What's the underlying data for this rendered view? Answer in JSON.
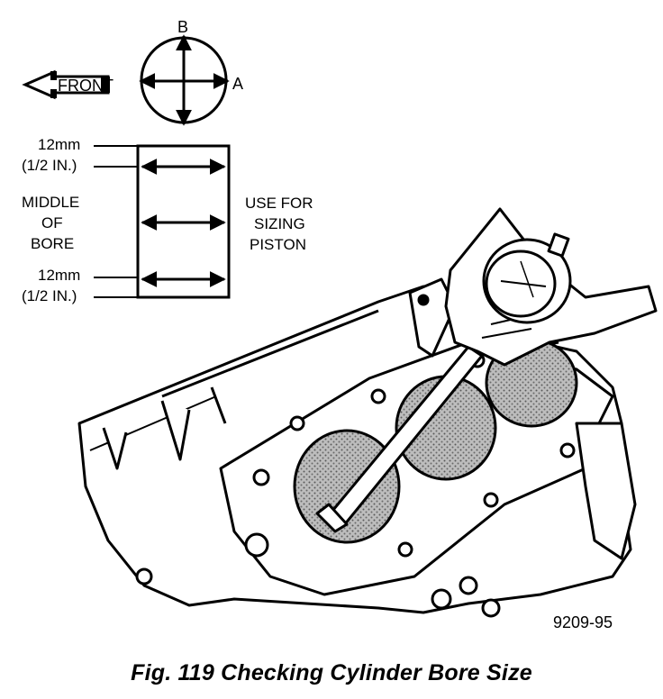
{
  "direction": {
    "front": "FRONT"
  },
  "axes": {
    "a": "A",
    "b": "B"
  },
  "measure": {
    "top_mm": "12mm",
    "top_in": "(1/2 IN.)",
    "middle_line1": "MIDDLE",
    "middle_line2": "OF",
    "middle_line3": "BORE",
    "bottom_mm": "12mm",
    "bottom_in": "(1/2 IN.)",
    "use_line1": "USE FOR",
    "use_line2": "SIZING",
    "use_line3": "PISTON"
  },
  "figure_number": "9209-95",
  "caption": "Fig. 119 Checking Cylinder Bore Size"
}
